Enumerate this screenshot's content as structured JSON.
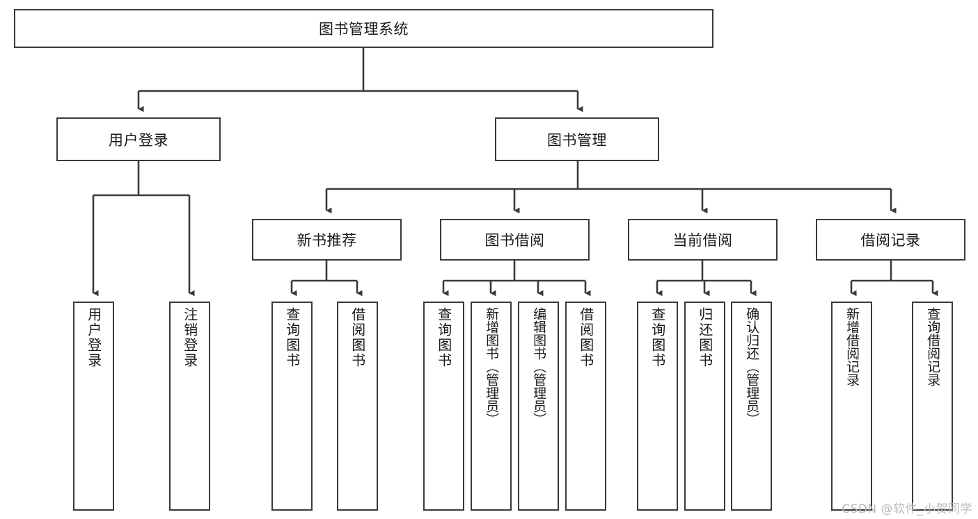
{
  "diagram": {
    "type": "tree",
    "title_node": {
      "id": "root",
      "label": "图书管理系统"
    },
    "level2": [
      {
        "id": "user-login",
        "label": "用户登录"
      },
      {
        "id": "book-manage",
        "label": "图书管理"
      }
    ],
    "level3": [
      {
        "id": "new-book-recommend",
        "label": "新书推荐",
        "parent": "book-manage"
      },
      {
        "id": "book-borrow",
        "label": "图书借阅",
        "parent": "book-manage"
      },
      {
        "id": "current-borrow",
        "label": "当前借阅",
        "parent": "book-manage"
      },
      {
        "id": "borrow-record",
        "label": "借阅记录",
        "parent": "book-manage"
      }
    ],
    "leaves": {
      "user_login": [
        {
          "id": "leaf-user-login",
          "label": "用户登录"
        },
        {
          "id": "leaf-user-logout",
          "label": "注销登录"
        }
      ],
      "new_book_recommend": [
        {
          "id": "leaf-query-book-1",
          "label": "查询图书"
        },
        {
          "id": "leaf-borrow-book-1",
          "label": "借阅图书"
        }
      ],
      "book_borrow": [
        {
          "id": "leaf-query-book-2",
          "label": "查询图书"
        },
        {
          "id": "leaf-add-book",
          "label": "新增图书（管理员）"
        },
        {
          "id": "leaf-edit-book",
          "label": "编辑图书（管理员）"
        },
        {
          "id": "leaf-borrow-book-2",
          "label": "借阅图书"
        }
      ],
      "current_borrow": [
        {
          "id": "leaf-query-book-3",
          "label": "查询图书"
        },
        {
          "id": "leaf-return-book",
          "label": "归还图书"
        },
        {
          "id": "leaf-confirm-return",
          "label": "确认归还（管理员）"
        }
      ],
      "borrow_record": [
        {
          "id": "leaf-add-record",
          "label": "新增借阅记录"
        },
        {
          "id": "leaf-query-record",
          "label": "查询借阅记录"
        }
      ]
    }
  },
  "watermark": {
    "text": "CSDN @软件_小贺同学"
  },
  "colors": {
    "stroke": "#3a3a3a",
    "fill": "#ffffff",
    "text": "#1a1a1a",
    "watermark": "#b9b9b9"
  }
}
